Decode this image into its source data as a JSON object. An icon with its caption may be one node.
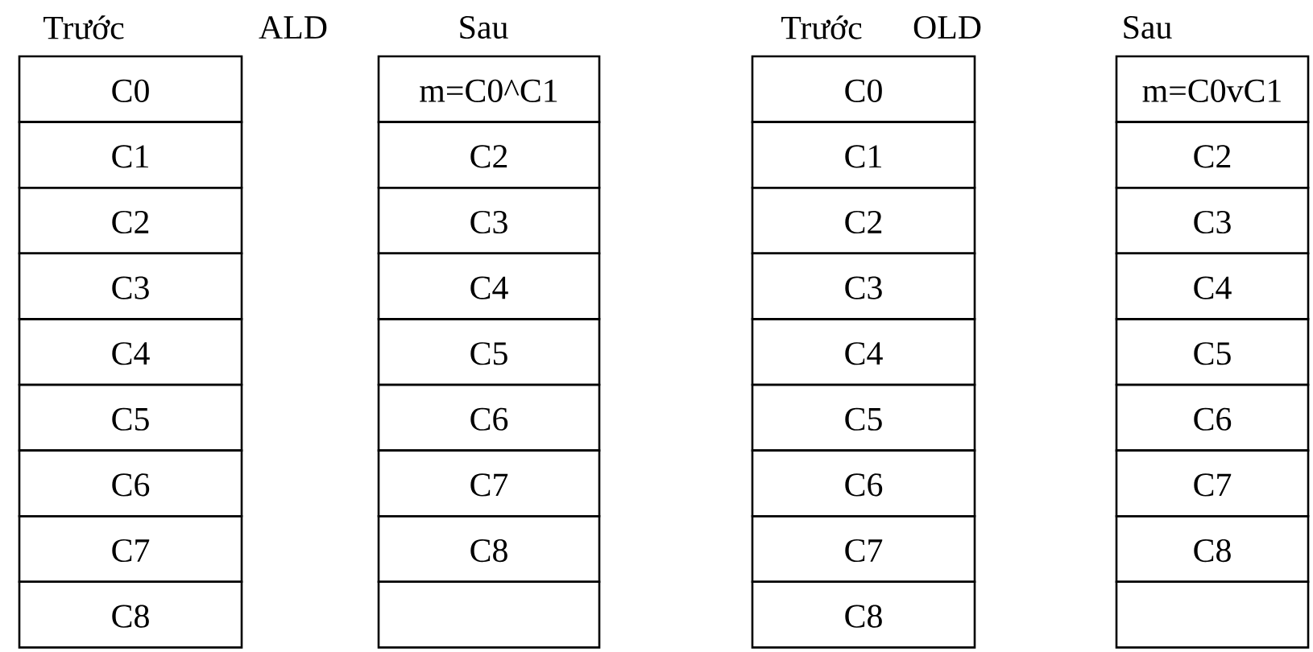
{
  "diagram": {
    "labels": [
      "Trước",
      "ALD",
      "Sau",
      "Trước",
      "OLD",
      "Sau",
      "C0",
      "m=C0^C1",
      "C0",
      "m=C0vC1",
      "C1",
      "C2",
      "C1",
      "C2",
      "C2",
      "C3",
      "C2",
      "C3",
      "C3",
      "C4",
      "C3",
      "C4",
      "C4",
      "C5",
      "C4",
      "C5",
      "C5",
      "C6",
      "C5",
      "C6",
      "C6",
      "C7",
      "C6",
      "C7",
      "C7",
      "C8",
      "C7",
      "C8",
      "C8",
      "C8"
    ]
  }
}
